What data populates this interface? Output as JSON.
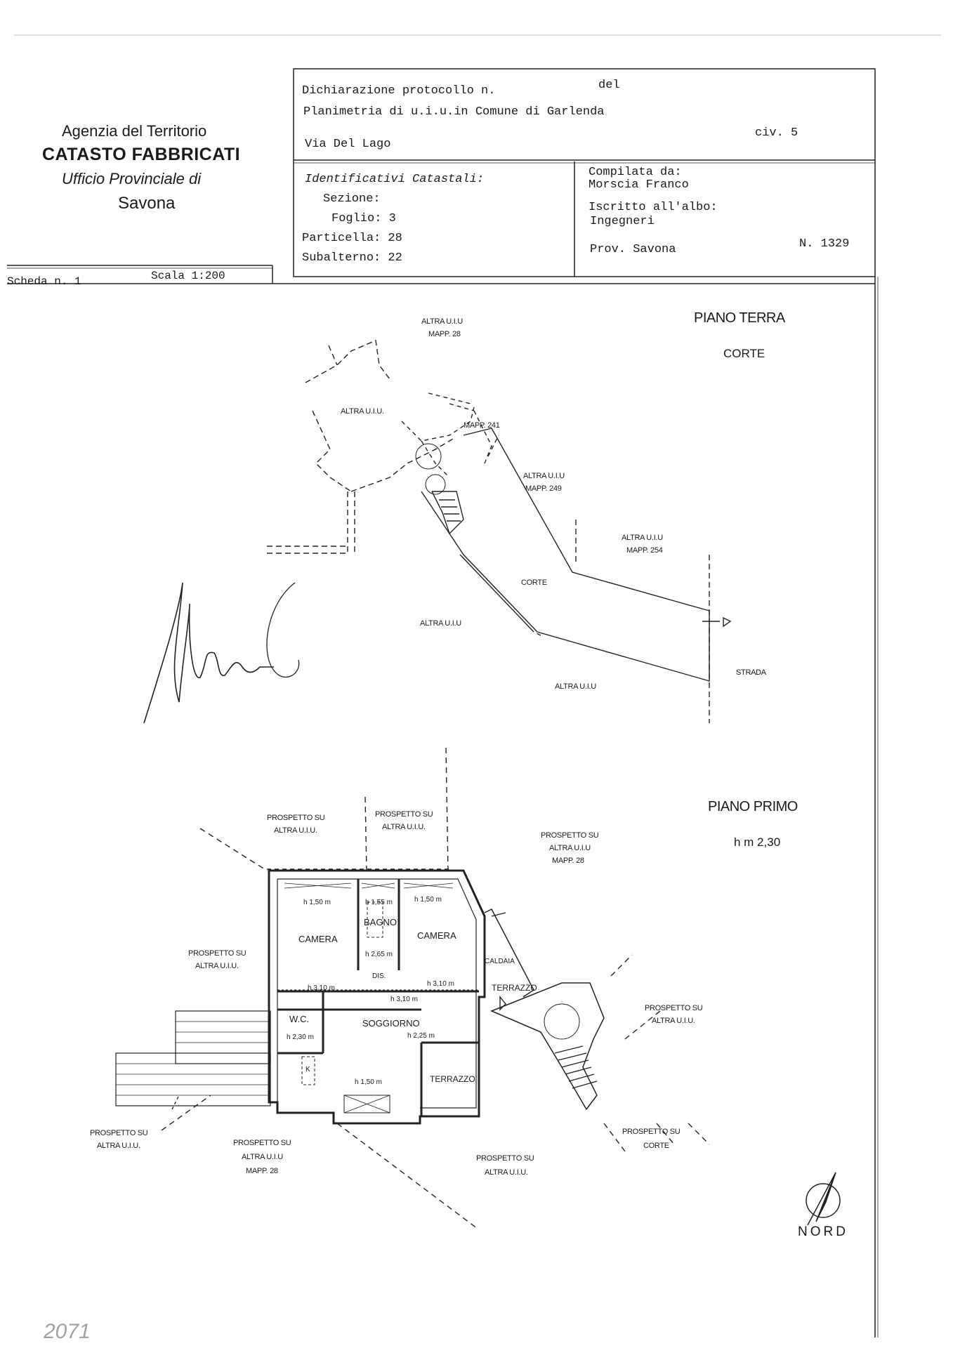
{
  "agency": {
    "line1": "Agenzia del Territorio",
    "line2": "CATASTO FABBRICATI",
    "line3": "Ufficio Provinciale di",
    "line4": "Savona"
  },
  "header": {
    "protocol": "Dichiarazione protocollo n.",
    "protocol_del": "del",
    "planimetry": "Planimetria di u.i.u.in Comune di Garlenda",
    "street": "Via Del Lago",
    "civ": "civ. 5"
  },
  "identifiers": {
    "title": "Identificativi Catastali:",
    "sezione": "Sezione:",
    "foglio": "Foglio: 3",
    "particella": "Particella: 28",
    "subalterno": "Subalterno: 22"
  },
  "compiler": {
    "label": "Compilata da:",
    "name": "Morscia Franco",
    "albo_label": "Iscritto all'albo:",
    "albo": "Ingegneri",
    "prov": "Prov. Savona",
    "number": "N.  1329"
  },
  "sheet": {
    "scheda": "Scheda n. 1",
    "scala": "Scala 1:200"
  },
  "ground_floor": {
    "title": "PIANO TERRA",
    "subtitle": "CORTE",
    "labels": {
      "altra_top_1": "ALTRA U.I.U",
      "altra_top_2": "MAPP. 28",
      "altra_left": "ALTRA U.I.U.",
      "mapp241": "MAPP. 241",
      "altra249_1": "ALTRA U.I.U",
      "altra249_2": "MAPP. 249",
      "altra254_1": "ALTRA U.I.U",
      "altra254_2": "MAPP. 254",
      "corte": "CORTE",
      "altra_mid": "ALTRA U.I.U",
      "strada": "STRADA",
      "altra_bottom": "ALTRA U.I.U"
    }
  },
  "first_floor": {
    "title": "PIANO PRIMO",
    "height": "h m 2,30",
    "labels": {
      "p1_a": "PROSPETTO SU",
      "p1_b": "ALTRA U.I.U.",
      "p2_a": "PROSPETTO SU",
      "p2_b": "ALTRA U.I.U.",
      "p3_a": "PROSPETTO SU",
      "p3_b": "ALTRA U.I.U",
      "p3_c": "MAPP. 28",
      "p4_a": "PROSPETTO SU",
      "p4_b": "ALTRA U.I.U.",
      "p5_a": "PROSPETTO SU",
      "p5_b": "ALTRA U.I.U.",
      "p6_a": "PROSPETTO SU",
      "p6_b": "ALTRA U.I.U.",
      "p7_a": "PROSPETTO SU",
      "p7_b": "ALTRA U.I.U",
      "p7_c": "MAPP. 28",
      "p8_a": "PROSPETTO SU",
      "p8_b": "ALTRA U.I.U.",
      "p9_a": "PROSPETTO SU",
      "p9_b": "CORTE"
    },
    "rooms": {
      "camera1": "CAMERA",
      "camera2": "CAMERA",
      "bagno": "BAGNO",
      "caldaia": "CALDAIA",
      "terrazzo1": "TERRAZZO",
      "terrazzo2": "TERRAZZO",
      "wc": "W.C.",
      "soggiorno": "SOGGIORNO",
      "dis": "DIS.",
      "k": "K"
    },
    "heights": {
      "h1": "h 1,50 m",
      "h2": "h 1,55 m",
      "h3": "h 1,50 m",
      "h4": "h 2,65 m",
      "h5": "h 3,10 m",
      "h6": "h 3,10 m",
      "h7": "h 3,10 m",
      "h8": "h 2,30 m",
      "h9": "h 2,25 m",
      "h10": "h 1,50 m"
    }
  },
  "north": "NORD",
  "footer_note": "2071"
}
